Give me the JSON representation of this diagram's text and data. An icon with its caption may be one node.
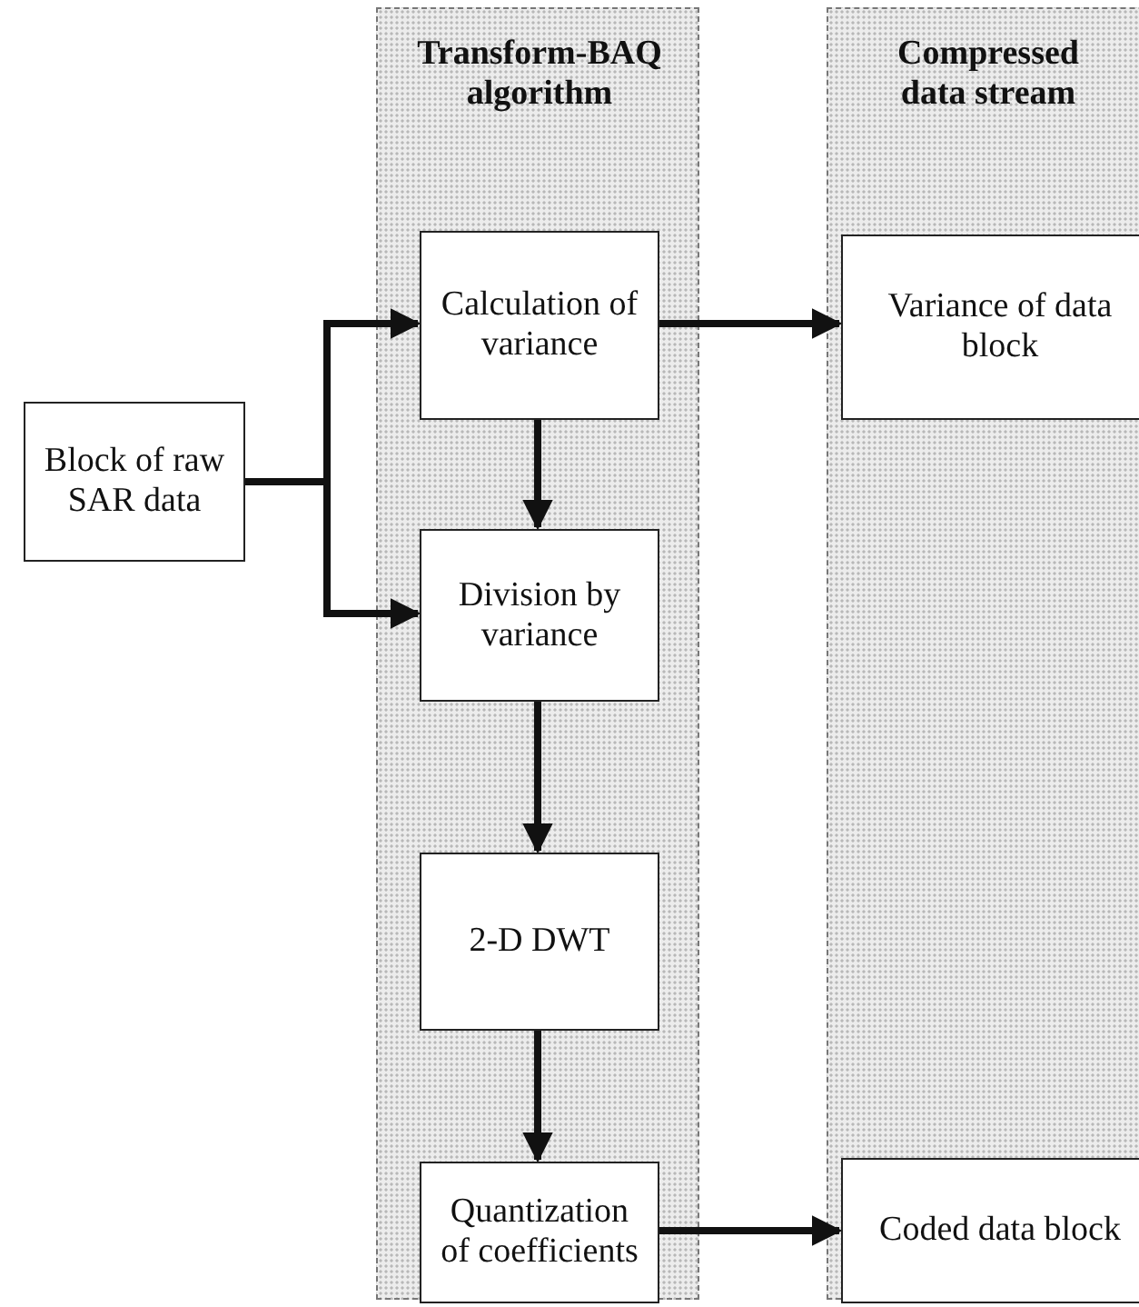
{
  "diagram": {
    "nodes": [
      {
        "text": [
          "Transform-BAQ algorithm"
        ]
      },
      {
        "text": [
          "Compressed data stream"
        ]
      },
      {
        "text": [
          "Block of raw SAR data"
        ]
      },
      {
        "text": [
          "Calculation of variance"
        ],
        "in": 0
      },
      {
        "text": [
          "Division by variance"
        ],
        "in": 0
      },
      {
        "text": [
          "2-D DWT"
        ],
        "in": 0
      },
      {
        "text": [
          "Quantization of coefficients"
        ],
        "in": 0
      },
      {
        "text": [
          "Variance of data block"
        ],
        "in": 1
      },
      {
        "text": [
          "Coded data block"
        ],
        "in": 1
      }
    ],
    "edges": [
      {
        "from": 2,
        "to": 3,
        "arrow": "to"
      },
      {
        "from": 2,
        "to": 4,
        "arrow": "to"
      },
      {
        "from": 3,
        "to": 4,
        "arrow": "to"
      },
      {
        "from": 4,
        "to": 5,
        "arrow": "to"
      },
      {
        "from": 5,
        "to": 6,
        "arrow": "to"
      },
      {
        "from": 3,
        "to": 7,
        "arrow": "to"
      },
      {
        "from": 6,
        "to": 8,
        "arrow": "to"
      }
    ]
  }
}
